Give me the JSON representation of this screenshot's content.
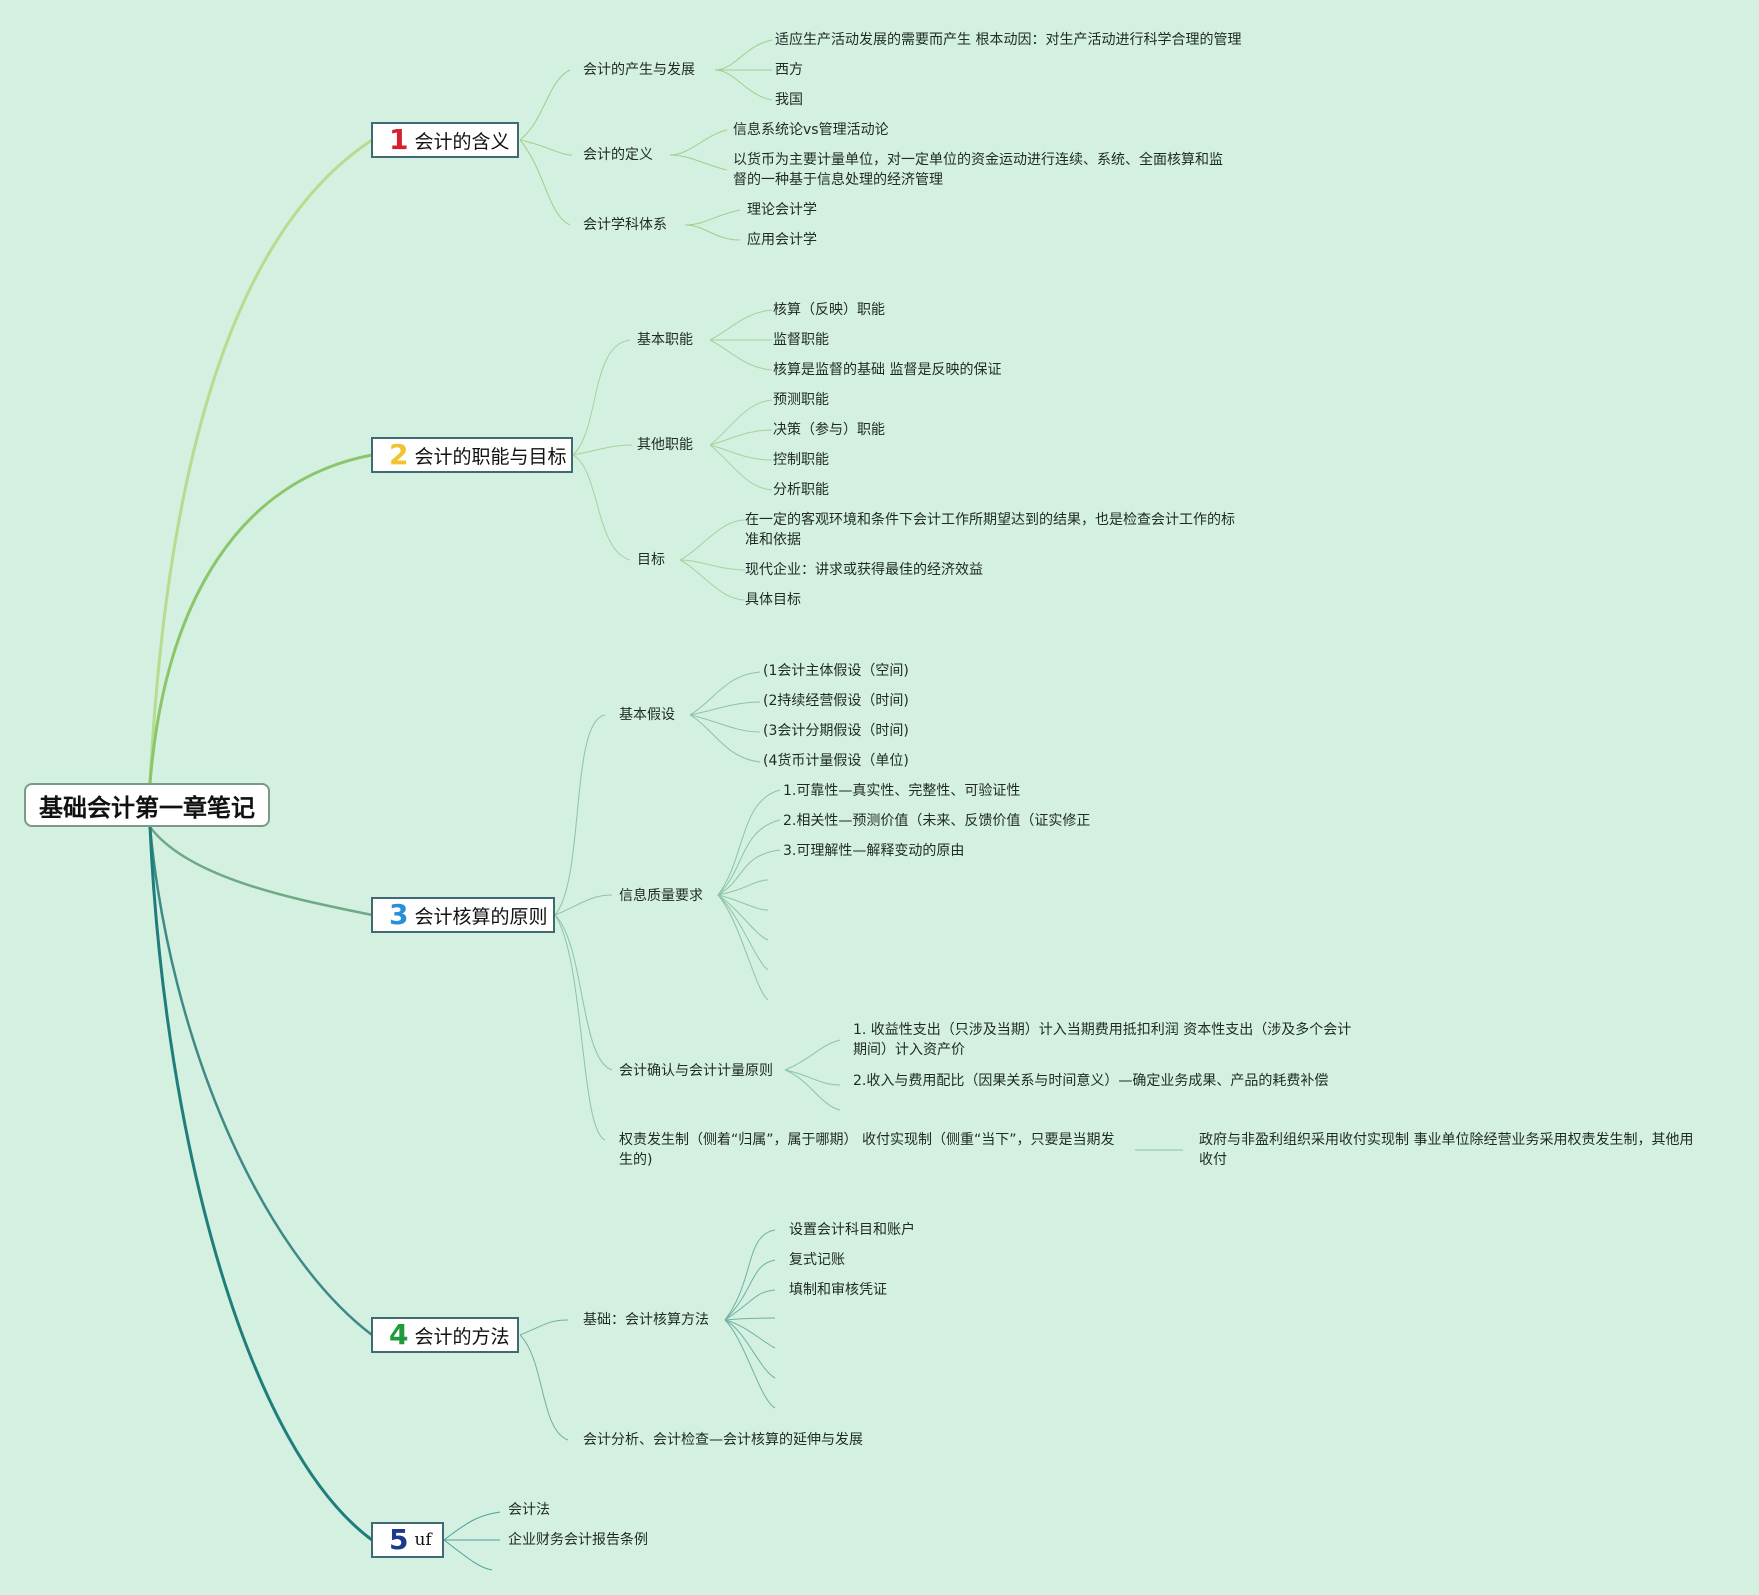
{
  "title": "基础会计第一章笔记",
  "colors": {
    "background": "#d3f0e1",
    "topic1": "#d4202f",
    "topic2": "#f2c230",
    "topic3": "#2a8fd6",
    "topic4": "#1f9a3a",
    "topic5": "#1a3a8a"
  },
  "topics": [
    {
      "num": "1",
      "label": "会计的含义",
      "children": [
        {
          "label": "会计的产生与发展",
          "items": [
            "适应生产活动发展的需要而产生 根本动因：对生产活动进行科学合理的管理",
            "西方",
            "我国"
          ]
        },
        {
          "label": "会计的定义",
          "items": [
            "信息系统论vs管理活动论",
            "以货币为主要计量单位，对一定单位的资金运动进行连续、系统、全面核算和监督的一种基于信息处理的经济管理"
          ]
        },
        {
          "label": "会计学科体系",
          "items": [
            "理论会计学",
            "应用会计学"
          ]
        }
      ]
    },
    {
      "num": "2",
      "label": "会计的职能与目标",
      "children": [
        {
          "label": "基本职能",
          "items": [
            "核算（反映）职能",
            "监督职能",
            "核算是监督的基础 监督是反映的保证"
          ]
        },
        {
          "label": "其他职能",
          "items": [
            "预测职能",
            "决策（参与）职能",
            "控制职能",
            "分析职能"
          ]
        },
        {
          "label": "目标",
          "items": [
            "在一定的客观环境和条件下会计工作所期望达到的结果，也是检查会计工作的标准和依据",
            "现代企业：讲求或获得最佳的经济效益",
            "具体目标"
          ]
        }
      ]
    },
    {
      "num": "3",
      "label": "会计核算的原则",
      "children": [
        {
          "label": "基本假设",
          "items": [
            "(1会计主体假设（空间)",
            "(2持续经营假设（时间)",
            "(3会计分期假设（时间)",
            "(4货币计量假设（单位)"
          ]
        },
        {
          "label": "信息质量要求",
          "items": [
            "1.可靠性—真实性、完整性、可验证性",
            "2.相关性—预测价值（未来、反馈价值（证实修正",
            "3.可理解性—解释变动的原由"
          ]
        },
        {
          "label": "会计确认与会计计量原则",
          "items": [
            "1. 收益性支出（只涉及当期）计入当期费用抵扣利润 资本性支出（涉及多个会计期间）计入资产价",
            "2.收入与费用配比（因果关系与时间意义）—确定业务成果、产品的耗费补偿"
          ]
        },
        {
          "label": "权责发生制（侧着“归属”，属于哪期） 收付实现制（侧重“当下”，只要是当期发生的)",
          "items": [
            "政府与非盈利组织采用收付实现制 事业单位除经营业务采用权责发生制，其他用收付"
          ]
        }
      ]
    },
    {
      "num": "4",
      "label": "会计的方法",
      "children": [
        {
          "label": "基础：会计核算方法",
          "items": [
            "设置会计科目和账户",
            "复式记账",
            "填制和审核凭证"
          ]
        },
        {
          "label": "会计分析、会计检查—会计核算的延伸与发展",
          "items": []
        }
      ]
    },
    {
      "num": "5",
      "label": "uf",
      "children": [
        {
          "label": "会计法",
          "items": []
        },
        {
          "label": "企业财务会计报告条例",
          "items": []
        }
      ]
    }
  ]
}
